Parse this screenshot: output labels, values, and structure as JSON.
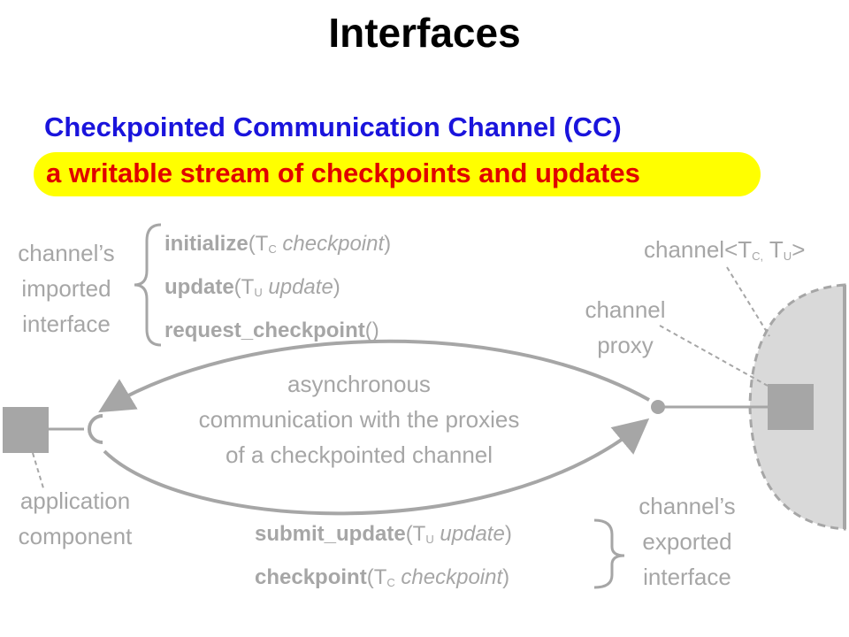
{
  "title": "Interfaces",
  "subtitle": "Checkpointed Communication Channel (CC)",
  "tagline": "a writable stream of checkpoints and updates",
  "imported_interface": {
    "label": [
      "channel’s",
      "imported",
      "interface"
    ],
    "methods": [
      {
        "name": "initialize",
        "open": "(T",
        "sub": "C",
        "param": " checkpoint",
        "close": ")"
      },
      {
        "name": "update",
        "open": "(T",
        "sub": "U",
        "param": " update",
        "close": ")"
      },
      {
        "name": "request_checkpoint",
        "open": "()"
      }
    ]
  },
  "channel_type": {
    "prefix": "channel<T",
    "sub1": "C,",
    "mid": " T",
    "sub2": "U",
    "suffix": ">"
  },
  "channel_proxy": [
    "channel",
    "proxy"
  ],
  "communication": [
    "asynchronous",
    "communication with the proxies",
    "of a checkpointed channel"
  ],
  "application_component": [
    "application",
    "component"
  ],
  "exported_interface": {
    "label": [
      "channel’s",
      "exported",
      "interface"
    ],
    "methods": [
      {
        "name": "submit_update",
        "open": "(T",
        "sub": "U",
        "param": " update",
        "close": ")"
      },
      {
        "name": "checkpoint",
        "open": "(T",
        "sub": "C",
        "param": " checkpoint",
        "close": ")"
      }
    ]
  },
  "colors": {
    "subtitle": "#1a14dc",
    "tagline": "#e00000",
    "highlight": "#ffff00",
    "diagram_grey": "#a6a6a6",
    "channel_fill": "#d9d9d9"
  }
}
